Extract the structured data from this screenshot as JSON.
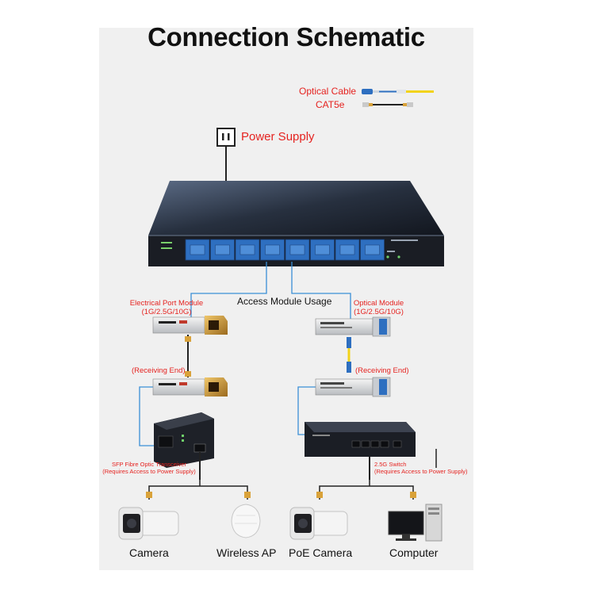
{
  "title": "Connection Schematic",
  "legend": {
    "optical_cable": "Optical Cable",
    "cat5e": "CAT5e"
  },
  "power_supply": "Power Supply",
  "access_module_usage": "Access Module Usage",
  "electrical_module": {
    "line1": "Electrical Port Module",
    "line2": "(1G/2.5G/10G)"
  },
  "optical_module": {
    "line1": "Optical Module",
    "line2": "(1G/2.5G/10G)"
  },
  "receiving_end_left": "(Receiving End)",
  "receiving_end_right": "(Receiving End)",
  "transceiver": {
    "line1": "SFP Fibre Optic Transceiver",
    "line2": "(Requires Access to Power Supply)"
  },
  "switch25g": {
    "line1": "2.5G Switch",
    "line2": "(Requires Access to Power Supply)"
  },
  "devices": [
    "Camera",
    "Wireless AP",
    "PoE Camera",
    "Computer"
  ],
  "colors": {
    "red": "#e52320",
    "blue_line": "#3a8fd6",
    "port_blue": "#2e6fc0",
    "fiber_yellow": "#f2d31a"
  }
}
